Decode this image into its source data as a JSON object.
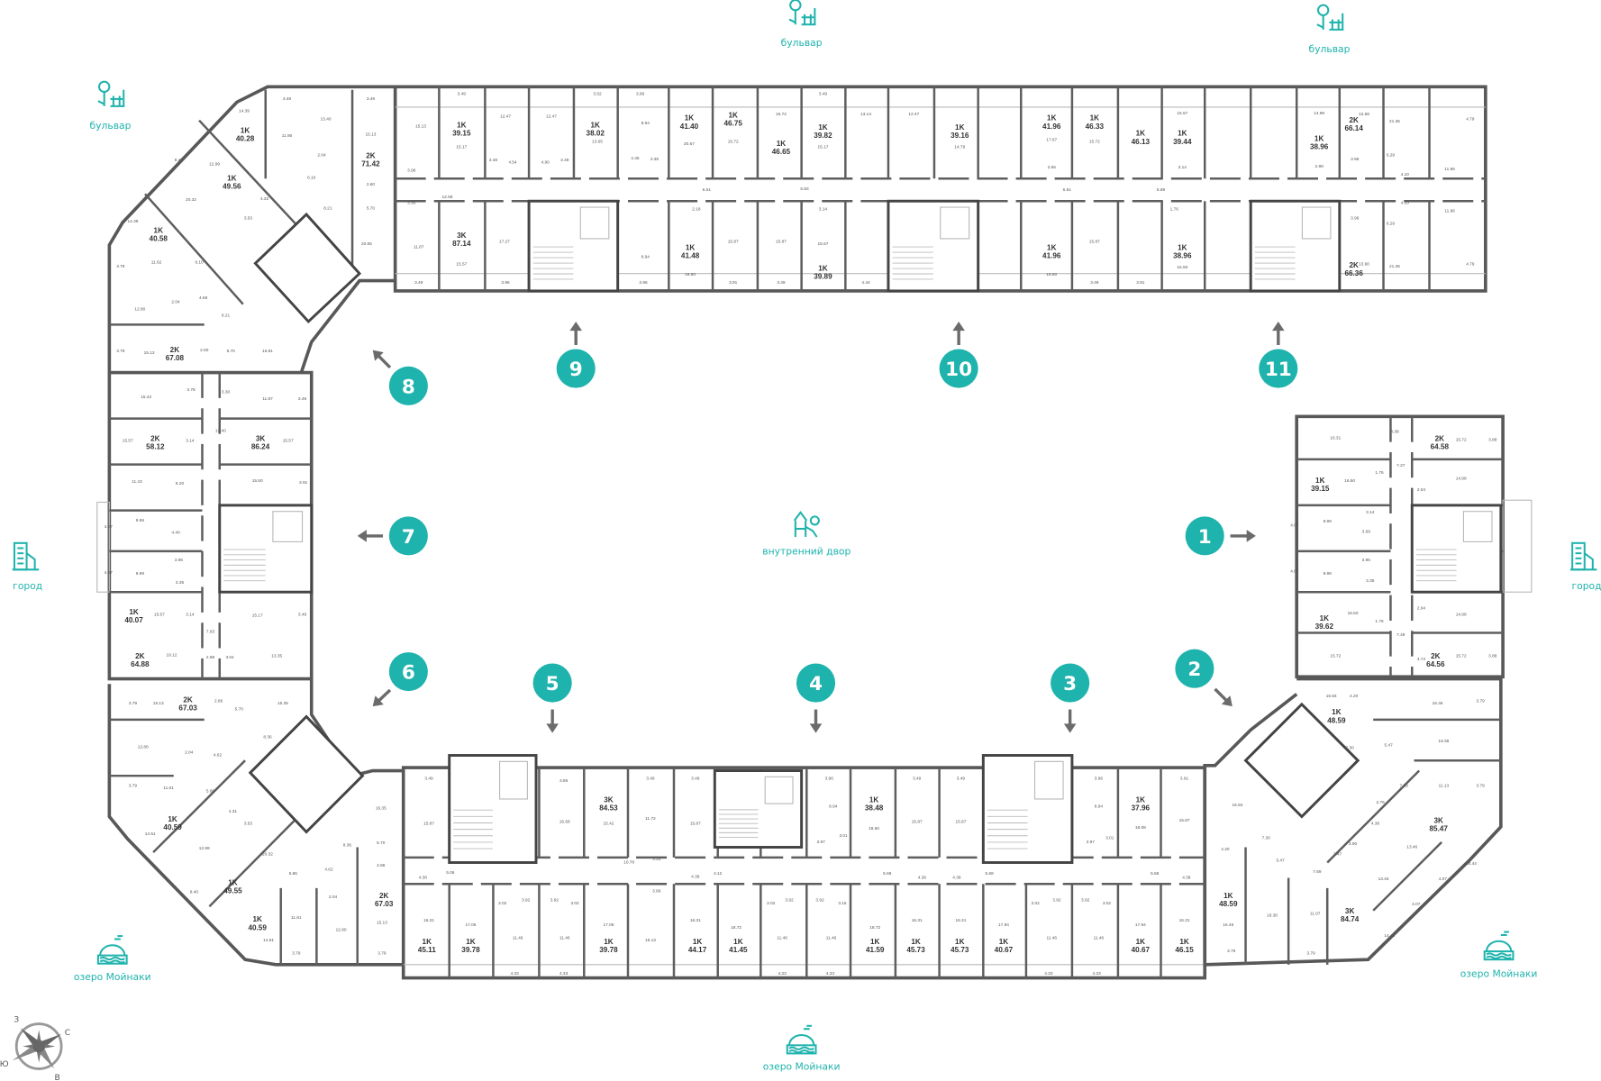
{
  "colors": {
    "accent": "#1fb3ad",
    "walls": "#585858"
  },
  "landmarks": {
    "boulevard_top_center": "бульвар",
    "boulevard_top_right": "бульвар",
    "boulevard_top_left": "бульвар",
    "city_left": "город",
    "city_right": "город",
    "courtyard": "внутренний двор",
    "lake_left": "озеро Мойнаки",
    "lake_center": "озеро Мойнаки",
    "lake_right": "озеро Мойнаки"
  },
  "icons": {
    "boulevard": "tree-bench-icon",
    "city": "buildings-icon",
    "courtyard": "playground-icon",
    "lake": "lake-waves-icon",
    "compass": "compass-rose-icon"
  },
  "compass": {
    "north": "С",
    "south": "Ю",
    "east": "В",
    "west": "З"
  },
  "sections": [
    "1",
    "2",
    "3",
    "4",
    "5",
    "6",
    "7",
    "8",
    "9",
    "10",
    "11"
  ],
  "apartments": [
    {
      "type": "1K",
      "area": "40.28"
    },
    {
      "type": "1K",
      "area": "49.56"
    },
    {
      "type": "1K",
      "area": "40.58"
    },
    {
      "type": "2K",
      "area": "71.42"
    },
    {
      "type": "2K",
      "area": "67.08"
    },
    {
      "type": "1K",
      "area": "39.15"
    },
    {
      "type": "3K",
      "area": "87.14"
    },
    {
      "type": "1K",
      "area": "38.02"
    },
    {
      "type": "1K",
      "area": "41.40"
    },
    {
      "type": "1K",
      "area": "46.75"
    },
    {
      "type": "1K",
      "area": "46.65"
    },
    {
      "type": "1K",
      "area": "41.48"
    },
    {
      "type": "1K",
      "area": "39.82"
    },
    {
      "type": "1K",
      "area": "39.89"
    },
    {
      "type": "1K",
      "area": "39.16"
    },
    {
      "type": "1K",
      "area": "41.96"
    },
    {
      "type": "1K",
      "area": "46.33"
    },
    {
      "type": "1K",
      "area": "46.13"
    },
    {
      "type": "1K",
      "area": "39.44"
    },
    {
      "type": "1K",
      "area": "38.96"
    },
    {
      "type": "2K",
      "area": "66.14"
    },
    {
      "type": "1K",
      "area": "41.96"
    },
    {
      "type": "1K",
      "area": "38.96"
    },
    {
      "type": "2K",
      "area": "66.36"
    },
    {
      "type": "2K",
      "area": "64.58"
    },
    {
      "type": "1K",
      "area": "39.15"
    },
    {
      "type": "1K",
      "area": "39.62"
    },
    {
      "type": "2K",
      "area": "64.56"
    },
    {
      "type": "1K",
      "area": "48.59"
    },
    {
      "type": "3K",
      "area": "85.47"
    },
    {
      "type": "1K",
      "area": "48.59"
    },
    {
      "type": "3K",
      "area": "84.74"
    },
    {
      "type": "1K",
      "area": "37.96"
    },
    {
      "type": "1K",
      "area": "38.48"
    },
    {
      "type": "3K",
      "area": "84.53"
    },
    {
      "type": "1K",
      "area": "45.11"
    },
    {
      "type": "1K",
      "area": "39.78"
    },
    {
      "type": "1K",
      "area": "39.78"
    },
    {
      "type": "1K",
      "area": "44.17"
    },
    {
      "type": "1K",
      "area": "41.45"
    },
    {
      "type": "1K",
      "area": "41.59"
    },
    {
      "type": "1K",
      "area": "45.73"
    },
    {
      "type": "1K",
      "area": "45.73"
    },
    {
      "type": "1K",
      "area": "40.67"
    },
    {
      "type": "1K",
      "area": "40.67"
    },
    {
      "type": "1K",
      "area": "46.15"
    },
    {
      "type": "2K",
      "area": "67.03"
    },
    {
      "type": "1K",
      "area": "40.59"
    },
    {
      "type": "1K",
      "area": "49.55"
    },
    {
      "type": "1K",
      "area": "40.59"
    },
    {
      "type": "2K",
      "area": "67.03"
    },
    {
      "type": "1K",
      "area": "40.07"
    },
    {
      "type": "2K",
      "area": "64.88"
    },
    {
      "type": "2K",
      "area": "58.12"
    },
    {
      "type": "3K",
      "area": "86.24"
    }
  ],
  "rooms": {
    "top": [
      "3.49",
      "12.47",
      "12.47",
      "3.52",
      "3.99",
      "8.94",
      "15.13",
      "15.17",
      "3.48",
      "4.54",
      "4.90",
      "3.48",
      "13.65",
      "4.45",
      "3.35",
      "20.67",
      "15.72",
      "6.51",
      "12.59",
      "3.96",
      "3.30",
      "11.87",
      "15.57",
      "17.27",
      "3.49",
      "3.96",
      "2.18",
      "15.87",
      "18.60",
      "3.96",
      "8.94",
      "3.91",
      "15.72",
      "3.49",
      "13.14",
      "12.47",
      "15.17",
      "6.83",
      "3.14",
      "15.87",
      "15.57",
      "3.49",
      "4.44",
      "14.79",
      "3.56",
      "17.67",
      "15.72",
      "6.51",
      "5.89",
      "15.87",
      "18.60",
      "3.49",
      "3.91",
      "15.57",
      "3.14",
      "1.76",
      "16.50",
      "14.98",
      "13.68",
      "21.36",
      "4.79",
      "6.29",
      "4.10",
      "4.10",
      "11.96",
      "11.96",
      "6.29",
      "13.90",
      "21.36",
      "4.79",
      "2.99",
      "3.96",
      "3.96"
    ],
    "left_wing": [
      "14.39",
      "3.49",
      "13.40",
      "3.49",
      "15.13",
      "11.90",
      "2.04",
      "8.40",
      "12.99",
      "20.32",
      "6.10",
      "4.32",
      "3.53",
      "8.21",
      "5.70",
      "2.60",
      "20.85",
      "14.39",
      "3.79",
      "11.62",
      "6.10",
      "12.80",
      "2.04",
      "4.68",
      "8.21",
      "3.79",
      "15.13",
      "2.60",
      "5.70",
      "16.81"
    ],
    "left_strip": [
      "15.42",
      "3.78",
      "3.30",
      "11.87",
      "3.49",
      "15.57",
      "3.14",
      "13.40",
      "15.57",
      "11.43",
      "8.20",
      "15.50",
      "3.91",
      "4.07",
      "9.99",
      "4.40",
      "3.96",
      "4.07",
      "9.99",
      "3.35",
      "15.57",
      "3.14",
      "15.17",
      "3.49",
      "7.83",
      "19.12",
      "2.88",
      "3.04",
      "13.35"
    ],
    "right_strip": [
      "16.31",
      "4.38",
      "15.72",
      "3.88",
      "7.27",
      "16.50",
      "1.76",
      "14.98",
      "2.04",
      "4.07",
      "9.99",
      "3.14",
      "3.69",
      "3.96",
      "4.07",
      "9.99",
      "3.35",
      "16.50",
      "1.76",
      "14.98",
      "2.04",
      "7.48",
      "15.72",
      "4.74",
      "15.72",
      "3.88"
    ],
    "bottom": [
      "3.49",
      "15.87",
      "5.06",
      "4.38",
      "16.31",
      "17.05",
      "3.02",
      "3.92",
      "3.92",
      "3.02",
      "11.46",
      "11.46",
      "4.33",
      "4.33",
      "3.96",
      "16.68",
      "15.42",
      "3.49",
      "11.72",
      "10.78",
      "3.33",
      "3.96",
      "17.05",
      "15.13",
      "3.49",
      "15.87",
      "4.38",
      "4.12",
      "16.31",
      "18.72",
      "3.02",
      "3.92",
      "3.92",
      "3.16",
      "11.46",
      "11.46",
      "4.33",
      "4.33",
      "3.96",
      "8.94",
      "3.97",
      "3.01",
      "18.60",
      "5.68",
      "3.49",
      "15.87",
      "4.38",
      "16.31",
      "18.72",
      "3.49",
      "15.87",
      "4.38",
      "5.68",
      "16.31",
      "17.94",
      "3.02",
      "3.92",
      "3.92",
      "3.02",
      "11.46",
      "11.46",
      "4.33",
      "4.33",
      "3.96",
      "8.94",
      "3.97",
      "3.01",
      "18.08",
      "3.91",
      "15.87",
      "5.68",
      "4.38",
      "17.94",
      "16.31"
    ],
    "right_wing": [
      "16.84",
      "4.20",
      "16.46",
      "3.79",
      "16.84",
      "7.30",
      "5.47",
      "18.38",
      "7.59",
      "11.13",
      "3.79",
      "2.76",
      "4.38",
      "3.90",
      "2.47",
      "13.46",
      "7.30",
      "5.47",
      "7.69",
      "13.46",
      "4.07",
      "4.07",
      "4.20",
      "16.46",
      "18.38",
      "11.07",
      "14.44",
      "14.44",
      "3.79",
      "3.79"
    ],
    "left_bottom": [
      "3.79",
      "15.13",
      "2.86",
      "5.70",
      "16.35",
      "12.80",
      "2.04",
      "4.62",
      "8.36",
      "3.79",
      "11.61",
      "5.86",
      "4.31",
      "14.51",
      "3.53",
      "12.99",
      "20.32",
      "16.35",
      "8.36",
      "5.70",
      "2.86",
      "4.62",
      "5.86",
      "8.40",
      "2.04",
      "11.81",
      "12.80",
      "15.13",
      "14.51",
      "3.79",
      "3.79"
    ]
  }
}
